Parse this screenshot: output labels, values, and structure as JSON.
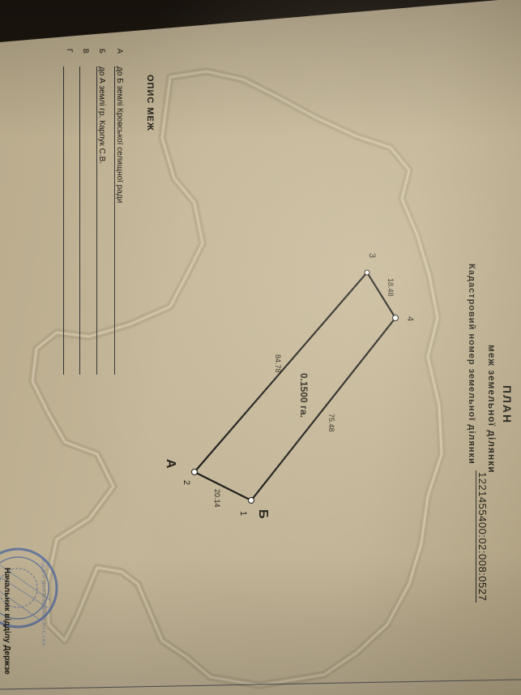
{
  "plan": {
    "title": "ПЛАН",
    "subtitle": "меж земельної ділянки",
    "cadastral_label": "Кадастровий номер земельної ділянки",
    "cadastral_number": "1221455400:02:008:0527"
  },
  "parcel": {
    "area": "0.1500 га.",
    "side_a_label": "А",
    "side_b_label": "Б",
    "points": [
      "1",
      "2",
      "3",
      "4"
    ],
    "dimensions": [
      "75.48",
      "18.48",
      "84.78",
      "20.14"
    ]
  },
  "boundaries": {
    "heading": "ОПИС МЕЖ",
    "rows": [
      {
        "key": "А",
        "text": "до Б   землі Кровської селищної ради"
      },
      {
        "key": "Б",
        "text": "до А   землі гр. Карпук С.В."
      },
      {
        "key": "В",
        "text": ""
      },
      {
        "key": "Г",
        "text": ""
      }
    ]
  },
  "footer": {
    "signature_text": "Начальник   відділу Держзе"
  },
  "stamp": {
    "text": "ВІДДІЛ ДЕРЖЗЕМАГЕНТСТВА"
  },
  "colors": {
    "paper": "#c3b597",
    "ink": "#1a1812",
    "stamp": "#5a6f9c",
    "guilloche": "#a89a7c"
  }
}
